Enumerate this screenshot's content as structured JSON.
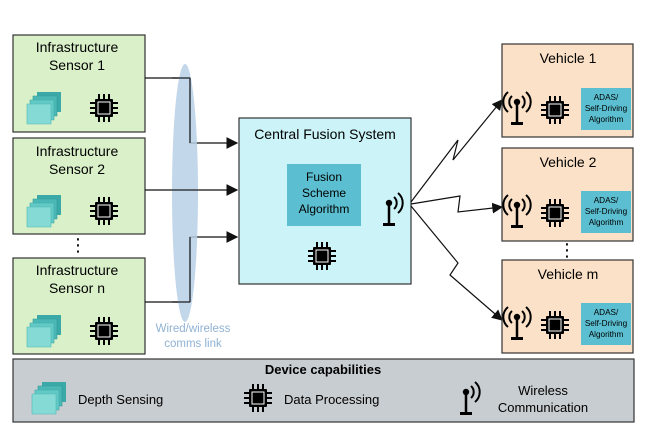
{
  "sensors": [
    {
      "line1": "Infrastructure",
      "line2": "Sensor 1"
    },
    {
      "line1": "Infrastructure",
      "line2": "Sensor 2"
    },
    {
      "line1": "Infrastructure",
      "line2": "Sensor n"
    }
  ],
  "sensor_ellipsis": "⋮",
  "link_label": {
    "line1": "Wired/wireless",
    "line2": "comms link"
  },
  "fusion": {
    "title": "Central Fusion System",
    "algo": {
      "line1": "Fusion",
      "line2": "Scheme",
      "line3": "Algorithm"
    }
  },
  "vehicles": [
    {
      "title": "Vehicle 1"
    },
    {
      "title": "Vehicle 2"
    },
    {
      "title": "Vehicle m"
    }
  ],
  "vehicle_ellipsis": "⋮",
  "adas": {
    "line1": "ADAS/",
    "line2": "Self-Driving",
    "line3": "Algorithm"
  },
  "legend": {
    "title": "Device capabilities",
    "depth": "Depth Sensing",
    "processing": "Data Processing",
    "wireless": {
      "line1": "Wireless",
      "line2": "Communication"
    }
  },
  "colors": {
    "sensor_fill": "#d9f0c9",
    "fusion_fill": "#ccf3f8",
    "algo_fill": "#5bbfd1",
    "vehicle_fill": "#fbe1c7",
    "legend_fill": "#c8cdd1",
    "ellipse_fill": "#b8d0e6",
    "layers_fill": "#5ec4c3"
  },
  "icons": [
    "depth-layers-icon",
    "chip-icon",
    "antenna-icon",
    "arrow-icon",
    "lightning-arrow-icon"
  ]
}
